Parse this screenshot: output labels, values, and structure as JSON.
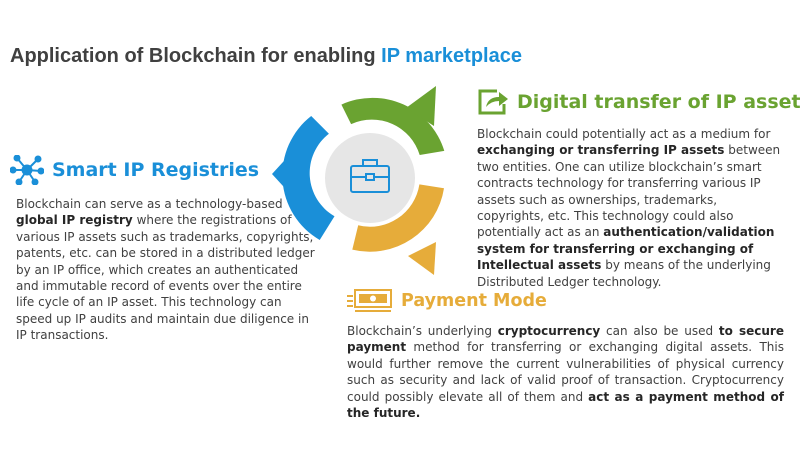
{
  "title": {
    "prefix": "Application of Blockchain for enabling ",
    "highlight": "IP marketplace"
  },
  "colors": {
    "blue": "#1a8fd8",
    "green": "#6aa331",
    "gold": "#e6ac3a",
    "title_gray": "#404040",
    "center_gray": "#e6e6e6"
  },
  "diagram": {
    "center_icon": "briefcase-icon"
  },
  "sections": {
    "smart_ip": {
      "heading": "Smart IP Registries",
      "icon": "network-hub-icon",
      "p1": "Blockchain can serve as a technology-based ",
      "b1": "global IP registry",
      "p2": " where the registrations of various IP assets such as trademarks, copyrights, patents, etc. can be stored in a distributed ledger by an IP office, which creates an authenticated and immutable record of events over the entire life cycle of an IP asset. This technology can speed up IP audits and maintain due diligence in IP transactions."
    },
    "digital_transfer": {
      "heading": "Digital transfer of IP assets",
      "icon": "share-arrow-icon",
      "p1": "Blockchain could potentially act as a medium for ",
      "b1": "exchanging or transferring IP assets",
      "p2": " between two entities. One can utilize blockchain’s smart contracts technology for transferring various IP assets such as ownerships, trademarks, copyrights, etc. This technology could also potentially act as an ",
      "b2": "authentication/validation system for transferring or exchanging of Intellectual assets",
      "p3": " by means of the underlying Distributed Ledger technology."
    },
    "payment": {
      "heading": "Payment Mode",
      "icon": "money-stack-icon",
      "p1": "Blockchain’s underlying ",
      "b1": "cryptocurrency",
      "p2": " can also be used ",
      "b2": "to secure payment",
      "p3": " method for transferring or exchanging digital assets. This would further remove the current vulnerabilities of physical currency such as security and lack of valid proof of transaction. Cryptocurrency could possibly elevate all of them and ",
      "b3": "act as a payment method of the future."
    }
  }
}
